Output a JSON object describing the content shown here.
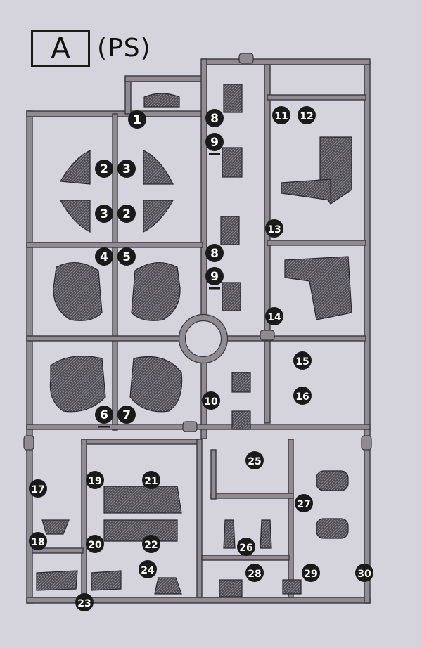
{
  "header": {
    "runner_letter": "A",
    "runner_material": "(PS)"
  },
  "colors": {
    "background": "#d5d3dc",
    "frame": "#8e8b93",
    "part": "#5e5c64",
    "label_bg": "#1a1a1a",
    "label_fg": "#ffffff"
  },
  "part_numbers": [
    {
      "text": "1",
      "underline": false
    },
    {
      "text": "2",
      "underline": false
    },
    {
      "text": "3",
      "underline": false
    },
    {
      "text": "3",
      "underline": false
    },
    {
      "text": "2",
      "underline": false
    },
    {
      "text": "4",
      "underline": false
    },
    {
      "text": "5",
      "underline": false
    },
    {
      "text": "6",
      "underline": true
    },
    {
      "text": "7",
      "underline": false
    },
    {
      "text": "8",
      "underline": false
    },
    {
      "text": "9",
      "underline": true
    },
    {
      "text": "8",
      "underline": false
    },
    {
      "text": "9",
      "underline": true
    },
    {
      "text": "10",
      "underline": false
    },
    {
      "text": "11",
      "underline": false
    },
    {
      "text": "12",
      "underline": false
    },
    {
      "text": "13",
      "underline": false
    },
    {
      "text": "14",
      "underline": false
    },
    {
      "text": "15",
      "underline": false
    },
    {
      "text": "16",
      "underline": false
    },
    {
      "text": "17",
      "underline": false
    },
    {
      "text": "18",
      "underline": false
    },
    {
      "text": "19",
      "underline": false
    },
    {
      "text": "20",
      "underline": false
    },
    {
      "text": "21",
      "underline": false
    },
    {
      "text": "22",
      "underline": false
    },
    {
      "text": "23",
      "underline": false
    },
    {
      "text": "24",
      "underline": false
    },
    {
      "text": "25",
      "underline": false
    },
    {
      "text": "26",
      "underline": false
    },
    {
      "text": "27",
      "underline": false
    },
    {
      "text": "28",
      "underline": false
    },
    {
      "text": "29",
      "underline": false
    },
    {
      "text": "30",
      "underline": false
    }
  ]
}
